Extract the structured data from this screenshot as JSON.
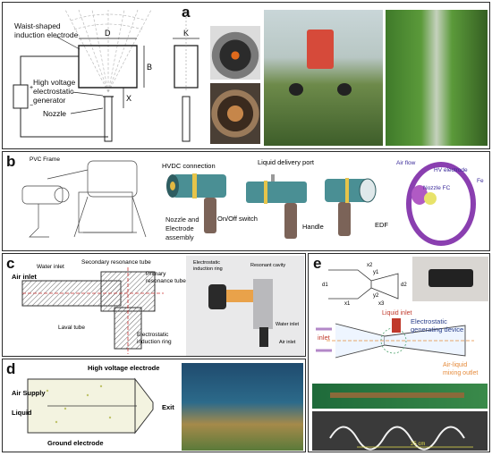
{
  "panels": {
    "a": {
      "letter": "a",
      "labels": {
        "dim_d": "D",
        "dim_k": "K",
        "dim_b": "B",
        "dim_x": "X",
        "electrode": "Waist-shaped induction electrode",
        "generator": "High voltage electrostatic generator",
        "nozzle": "Nozzle"
      }
    },
    "b": {
      "letter": "b",
      "labels": {
        "pvc": "PVC Frame",
        "hvdc": "HVDC connection",
        "liquid_port": "Liquid delivery port",
        "nozzle_assembly": "Nozzle and Electrode assembly",
        "onoff": "On/Off switch",
        "handle": "Handle",
        "edf": "EDF",
        "air_flow": "Air flow",
        "hv_electrode": "HV electrode",
        "nozzle_fc": "Nozzle FC",
        "fe": "Fe"
      }
    },
    "c": {
      "letter": "c",
      "labels": {
        "water_inlet": "Water inlet",
        "secondary": "Secondary resonance tube",
        "primary": "Primary resonance tube",
        "air_inlet": "Air inlet",
        "laval": "Laval tube",
        "ring": "Electrostatic induction ring",
        "photo_ring": "Electrostatic induction ring",
        "cavity": "Resonant cavity",
        "photo_water": "Water inlet",
        "photo_air": "Air inlet"
      }
    },
    "d": {
      "letter": "d",
      "labels": {
        "hv": "High voltage electrode",
        "air": "Air Supply",
        "liquid": "Liquid",
        "exit": "Exit",
        "ground": "Ground electrode"
      }
    },
    "e": {
      "letter": "e",
      "labels": {
        "liquid_inlet": "Liquid inlet",
        "device": "Electrostatic generating device",
        "inlet": "inlet",
        "outlet": "Air-liquid mixing outlet",
        "scale": "25 cm",
        "d1": "d1",
        "d2": "d2",
        "x1": "x1",
        "x2": "x2",
        "x3": "x3",
        "y1": "y1",
        "y2": "y2"
      }
    }
  }
}
